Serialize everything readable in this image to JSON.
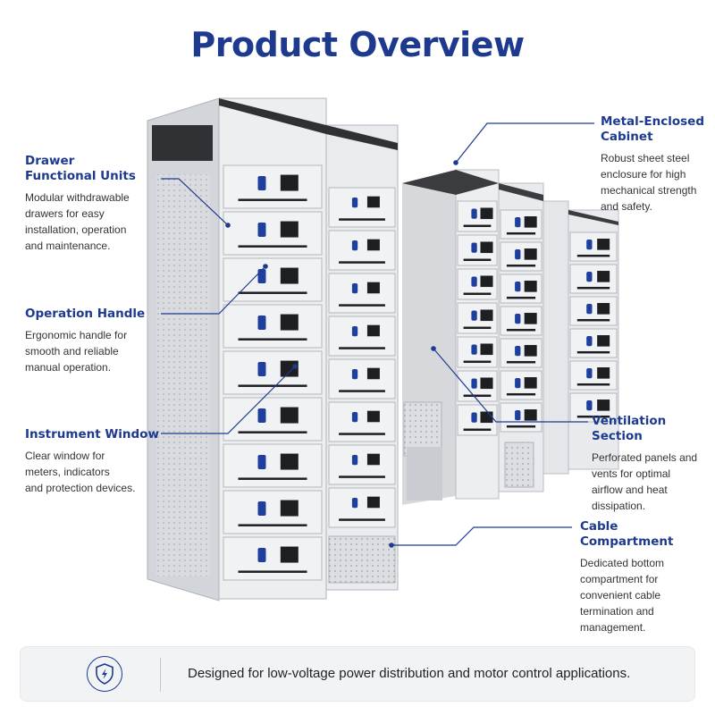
{
  "title": "Product Overview",
  "callouts": {
    "drawer": {
      "heading_line1": "Drawer",
      "heading_line2": "Functional Units",
      "desc": [
        "Modular withdrawable",
        "drawers for easy",
        "installation, operation",
        "and maintenance."
      ]
    },
    "handle": {
      "heading": "Operation Handle",
      "desc": [
        "Ergonomic handle for",
        "smooth and reliable",
        "manual operation."
      ]
    },
    "window": {
      "heading": "Instrument Window",
      "desc": [
        "Clear window for",
        "meters, indicators",
        "and protection devices."
      ]
    },
    "cabinet": {
      "heading_line1": "Metal-Enclosed",
      "heading_line2": "Cabinet",
      "desc": [
        "Robust sheet steel",
        "enclosure for high",
        "mechanical strength",
        "and safety."
      ]
    },
    "ventilation": {
      "heading": "Ventilation Section",
      "desc": [
        "Perforated panels and",
        "vents for optimal",
        "airflow and heat",
        "dissipation."
      ]
    },
    "cable": {
      "heading": "Cable Compartment",
      "desc": [
        "Dedicated bottom",
        "compartment for",
        "convenient cable",
        "termination and",
        "management."
      ]
    }
  },
  "footer": {
    "icon": "shield-lightning-icon",
    "text": "Designed for low-voltage power distribution and motor control applications."
  },
  "colors": {
    "accent": "#1d3a8f",
    "panel": "#e9eaec",
    "handle": "#1f3f9e"
  }
}
